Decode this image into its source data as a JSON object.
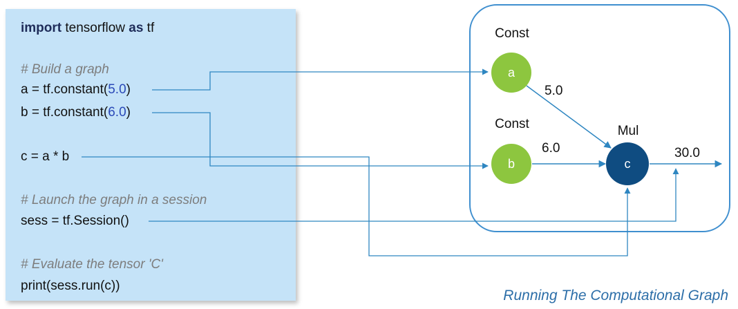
{
  "code": {
    "import_kw1": "import",
    "import_mod": " tensorflow ",
    "import_kw2": "as",
    "import_alias": " tf",
    "comment_build": "# Build a graph",
    "a_prefix": "a = tf.constant(",
    "a_value": "5.0",
    "b_prefix": "b = tf.constant(",
    "b_value": "6.0",
    "close_paren": ")",
    "c_line": "c = a * b",
    "comment_launch": "# Launch the graph in a session",
    "sess_line": "sess = tf.Session()",
    "comment_eval": "# Evaluate the tensor 'C'",
    "print_line": "print(sess.run(c))"
  },
  "graph": {
    "node_a": {
      "op": "Const",
      "name": "a",
      "output": "5.0",
      "color": "#8dc63f"
    },
    "node_b": {
      "op": "Const",
      "name": "b",
      "output": "6.0",
      "color": "#8dc63f"
    },
    "node_c": {
      "op": "Mul",
      "name": "c",
      "output": "30.0",
      "color": "#0f4c81"
    },
    "edge_color": "#2e86c1"
  },
  "caption": "Running The Computational Graph"
}
